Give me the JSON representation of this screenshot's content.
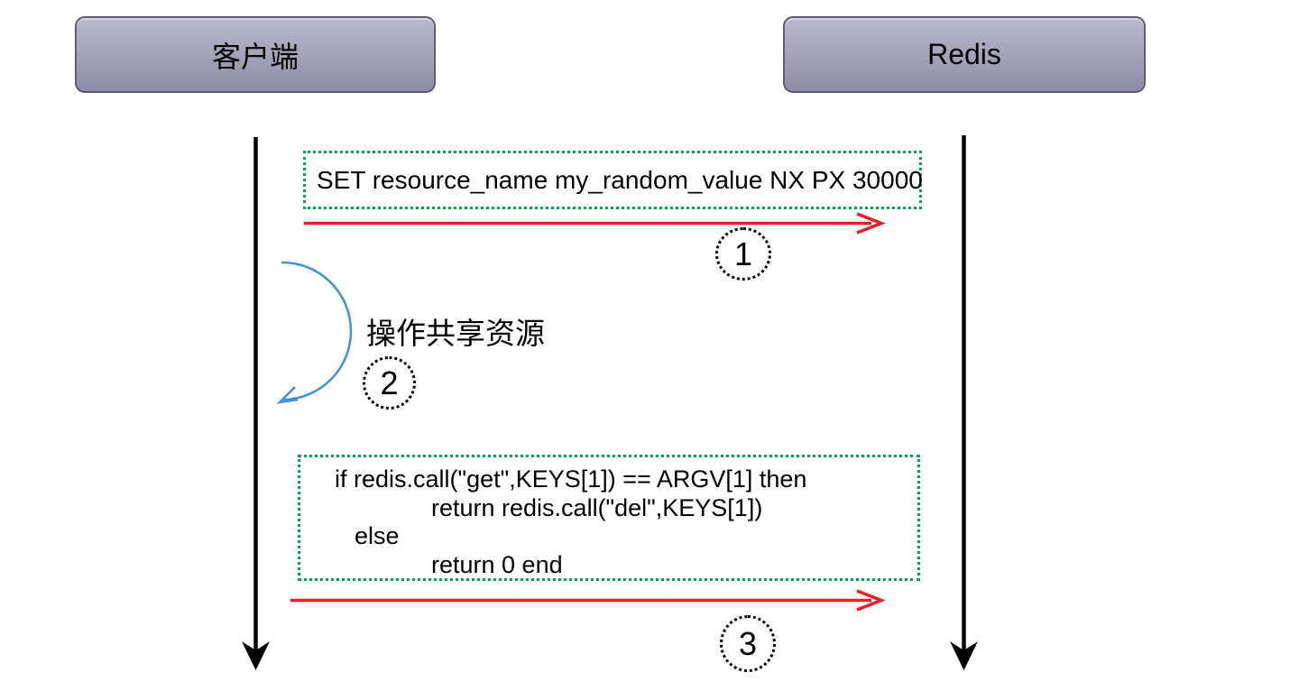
{
  "diagram": {
    "title_hint": "Redis distributed lock sequence diagram",
    "actors": [
      {
        "id": "client",
        "label": "客户端"
      },
      {
        "id": "redis",
        "label": "Redis"
      }
    ],
    "messages": [
      {
        "from": "client",
        "to": "redis",
        "step": "1",
        "text": "SET resource_name my_random_value NX PX 30000"
      },
      {
        "from": "client",
        "to": "client",
        "step": "2",
        "text": "操作共享资源"
      },
      {
        "from": "client",
        "to": "redis",
        "step": "3",
        "lines": [
          "if redis.call(\"get\",KEYS[1]) == ARGV[1] then",
          "return redis.call(\"del\",KEYS[1])",
          "else",
          "return 0 end"
        ]
      }
    ],
    "steps": [
      "1",
      "2",
      "3"
    ],
    "colors": {
      "message_box_border": "#00a651",
      "arrow_red": "#ee1c25",
      "self_loop_blue": "#3e95d3",
      "lifeline_black": "#000000",
      "actor_fill_top": "#bab8cc",
      "actor_fill_bottom": "#8e8ca6",
      "actor_border": "#5c5a78"
    }
  }
}
